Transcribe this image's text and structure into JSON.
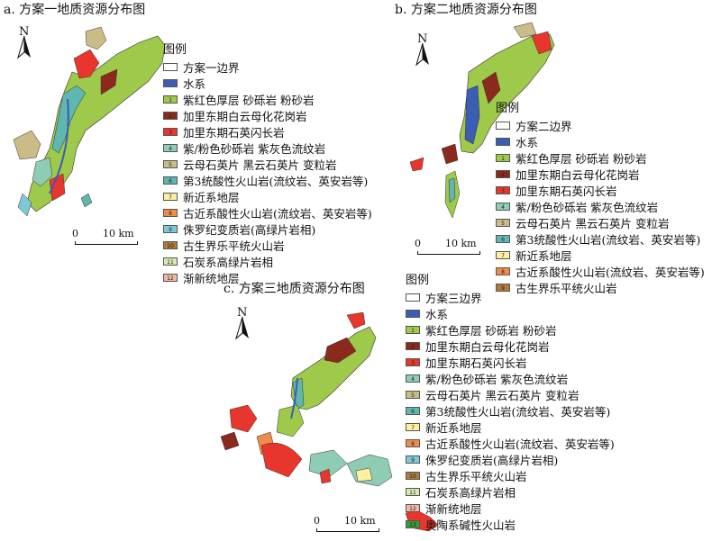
{
  "panels": [
    {
      "title": "a. 方案一地质资源分布图",
      "legend_title": "图例"
    },
    {
      "title": "b. 方案二地质资源分布图",
      "legend_title": "图例"
    },
    {
      "title": "c. 方案三地质资源分布图",
      "legend_title": "图例"
    }
  ],
  "north_label": "N",
  "scale": {
    "zero": "0",
    "length": "10 km"
  },
  "legends": [
    [
      {
        "num": "",
        "label": "方案一边界",
        "color": "#ffffff"
      },
      {
        "num": "",
        "label": "水系",
        "color": "#3b5db4"
      },
      {
        "num": "1",
        "label": "紫红色厚层 砂砾岩 粉砂岩",
        "color": "#9fc94a"
      },
      {
        "num": "2",
        "label": "加里东期白云母化花岗岩",
        "color": "#8b2a1c"
      },
      {
        "num": "3",
        "label": "加里东期石英闪长岩",
        "color": "#e8362c"
      },
      {
        "num": "4",
        "label": "紫/粉色砂砾岩 紫灰色流纹岩",
        "color": "#8ecdb4"
      },
      {
        "num": "5",
        "label": "云母石英片 黑云石英片 变粒岩",
        "color": "#c9bc86"
      },
      {
        "num": "6",
        "label": "第3统酸性火山岩(流纹岩、英安岩等)",
        "color": "#5fb7b0"
      },
      {
        "num": "7",
        "label": "新近系地层",
        "color": "#fbf0a0"
      },
      {
        "num": "8",
        "label": "古近系酸性火山岩(流纹岩、英安岩等)",
        "color": "#f08c4a"
      },
      {
        "num": "9",
        "label": "侏罗纪变质岩(高绿片岩相)",
        "color": "#7ec8d8"
      },
      {
        "num": "10",
        "label": "古生界乐平统火山岩",
        "color": "#b07a3a"
      },
      {
        "num": "11",
        "label": "石炭系高绿片岩相",
        "color": "#d6eab4"
      },
      {
        "num": "12",
        "label": "渐新统地层",
        "color": "#f4b8a0"
      }
    ],
    [
      {
        "num": "",
        "label": "方案二边界",
        "color": "#ffffff"
      },
      {
        "num": "",
        "label": "水系",
        "color": "#3b5db4"
      },
      {
        "num": "1",
        "label": "紫红色厚层 砂砾岩 粉砂岩",
        "color": "#9fc94a"
      },
      {
        "num": "2",
        "label": "加里东期白云母化花岗岩",
        "color": "#8b2a1c"
      },
      {
        "num": "3",
        "label": "加里东期石英闪长岩",
        "color": "#e8362c"
      },
      {
        "num": "4",
        "label": "紫/粉色砂砾岩 紫灰色流纹岩",
        "color": "#8ecdb4"
      },
      {
        "num": "5",
        "label": "云母石英片 黑云石英片 变粒岩",
        "color": "#c9bc86"
      },
      {
        "num": "6",
        "label": "第3统酸性火山岩(流纹岩、英安岩等)",
        "color": "#5fb7b0"
      },
      {
        "num": "7",
        "label": "新近系地层",
        "color": "#fbf0a0"
      },
      {
        "num": "8",
        "label": "古近系酸性火山岩(流纹岩、英安岩等)",
        "color": "#f08c4a"
      },
      {
        "num": "9",
        "label": "古生界乐平统火山岩",
        "color": "#b07a3a"
      }
    ],
    [
      {
        "num": "",
        "label": "方案三边界",
        "color": "#ffffff"
      },
      {
        "num": "",
        "label": "水系",
        "color": "#3b5db4"
      },
      {
        "num": "1",
        "label": "紫红色厚层 砂砾岩 粉砂岩",
        "color": "#9fc94a"
      },
      {
        "num": "2",
        "label": "加里东期白云母化花岗岩",
        "color": "#8b2a1c"
      },
      {
        "num": "3",
        "label": "加里东期石英闪长岩",
        "color": "#e8362c"
      },
      {
        "num": "4",
        "label": "紫/粉色砂砾岩 紫灰色流纹岩",
        "color": "#8ecdb4"
      },
      {
        "num": "5",
        "label": "云母石英片 黑云石英片 变粒岩",
        "color": "#c9bc86"
      },
      {
        "num": "6",
        "label": "第3统酸性火山岩(流纹岩、英安岩等)",
        "color": "#5fb7b0"
      },
      {
        "num": "7",
        "label": "新近系地层",
        "color": "#fbf0a0"
      },
      {
        "num": "8",
        "label": "古近系酸性火山岩(流纹岩、英安岩等)",
        "color": "#f08c4a"
      },
      {
        "num": "9",
        "label": "侏罗纪变质岩(高绿片岩相)",
        "color": "#7ec8d8"
      },
      {
        "num": "10",
        "label": "古生界乐平统火山岩",
        "color": "#b07a3a"
      },
      {
        "num": "11",
        "label": "石炭系高绿片岩相",
        "color": "#d6eab4"
      },
      {
        "num": "12",
        "label": "渐新统地层",
        "color": "#f4b8a0"
      },
      {
        "num": "13",
        "label": "奥陶系碱性火山岩",
        "color": "#3a9a3a"
      }
    ]
  ]
}
